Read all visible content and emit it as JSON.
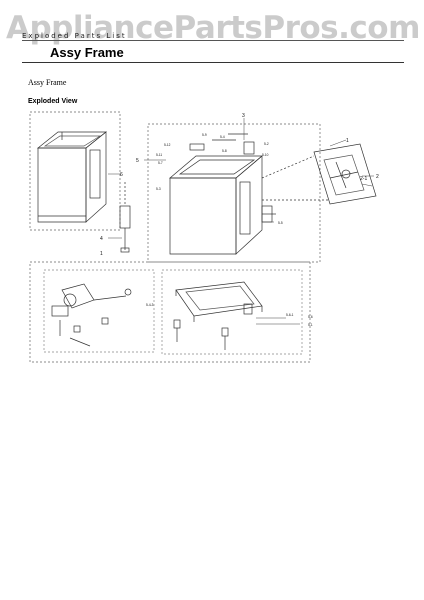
{
  "watermark": "AppliancePartsPros.com",
  "breadcrumb": "Exploded Parts List",
  "page_title": "Assy Frame",
  "section_name": "Assy Frame",
  "subsection_title": "Exploded View",
  "callouts": {
    "c1": "1",
    "c2": "2",
    "c21": "2-1",
    "c3": "3",
    "c4": "4",
    "c5": "5",
    "c6": "6",
    "c52": "5-2",
    "c53": "5-3",
    "c54": "5-4",
    "c55": "5-5",
    "c56": "5-6",
    "c57": "5-7",
    "c58": "5-8",
    "c59": "5-9",
    "c510": "5-10",
    "c511": "5-11",
    "c512": "5-12",
    "c51": "5-1",
    "c543": "5-4-3",
    "c561": "5-6-1"
  }
}
